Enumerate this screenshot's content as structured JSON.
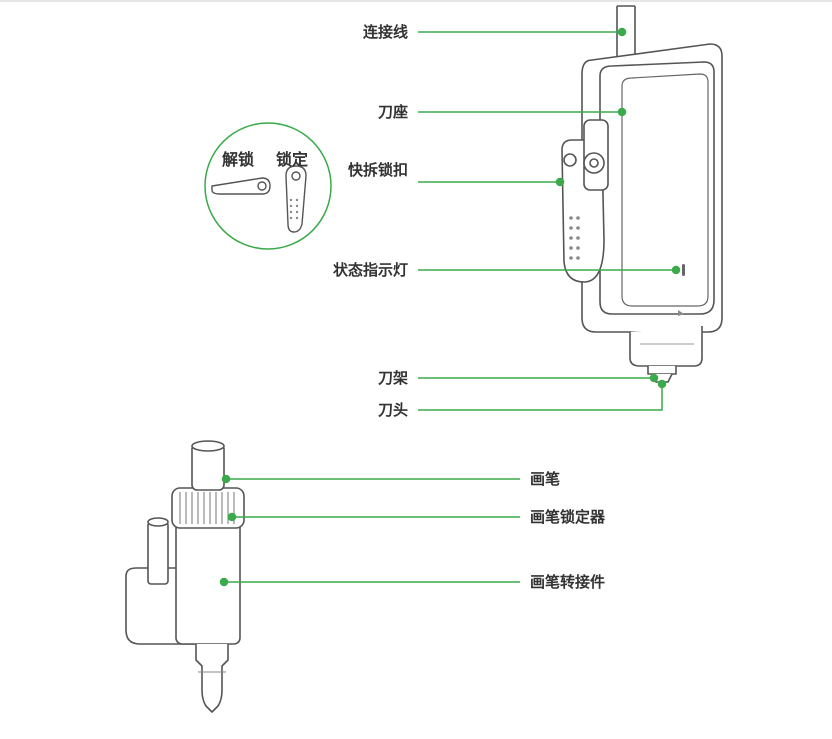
{
  "colors": {
    "accent": "#3aaa4a",
    "outline": "#555555",
    "text": "#333333"
  },
  "callouts": {
    "cable": "连接线",
    "blade_holder": "刀座",
    "quick_release_lock": "快拆锁扣",
    "status_light": "状态指示灯",
    "blade_frame": "刀架",
    "blade_tip": "刀头",
    "pen": "画笔",
    "pen_locker": "画笔锁定器",
    "pen_adapter": "画笔转接件"
  },
  "inset": {
    "unlock": "解锁",
    "lock": "锁定"
  }
}
